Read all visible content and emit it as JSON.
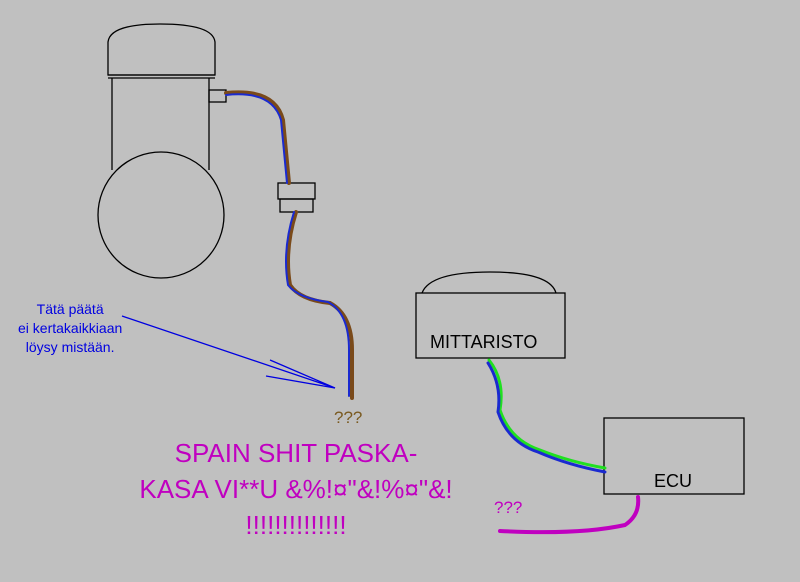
{
  "labels": {
    "note_line1": "Tätä päätä",
    "note_line2": "ei kertakaikkiaan",
    "note_line3": "löysy mistään.",
    "question_sensor": "???",
    "question_ecu": "???",
    "rant_line1": "SPAIN SHIT PASKA-",
    "rant_line2": "KASA VI**U &%!¤\"&!%¤\"&!",
    "rant_line3": "!!!!!!!!!!!!!!",
    "gauge_cluster": "MITTARISTO",
    "ecu": "ECU"
  },
  "colors": {
    "background": "#c0c0c0",
    "note": "#0000e0",
    "rant": "#c000c0",
    "wire_brown": "#7a4a1a",
    "wire_blue": "#1a2ad0",
    "wire_green": "#20e020"
  }
}
